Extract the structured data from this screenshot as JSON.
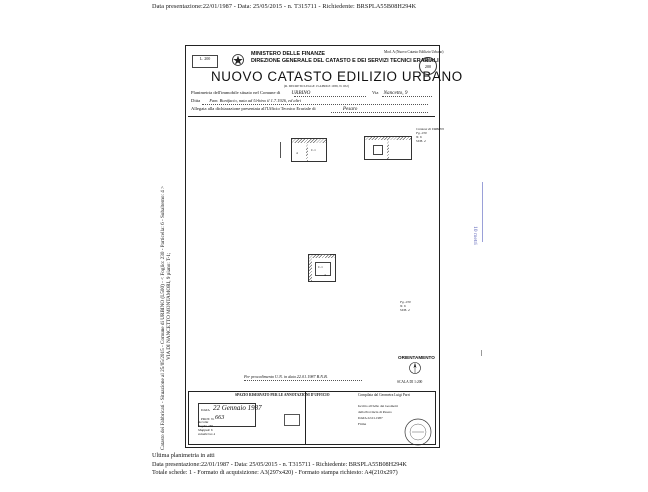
{
  "header_line": "Data presentazione:22/01/1987 - Data: 25/05/2015 - n. T315711 - Richiedente: BRSPLA55B08H294K",
  "footer_line1": "Data presentazione:22/01/1987 - Data: 25/05/2015 - n. T315711 - Richiedente: BRSPLA55B08H294K",
  "footer_line2": "Totale schede: 1 - Formato di acquisizione: A3(297x420) - Formato stampa richiesto: A4(210x297)",
  "ultima_planimetria": "Ultima planimetria in atti",
  "side_text_1": "Catasto dei Fabbricati - Situazione al 25/05/2015 - Comune di URBINO (L500) - < Foglio: 230 - Particella: 6 - Subalterno: 4 >",
  "side_text_2": "VIA DI NANCETTO MONTAMORI, 9 piano: T-1;",
  "scale_label": "10 metri",
  "sheet": {
    "stamp_small": "L. 200",
    "ministero": "MINISTERO DELLE FINANZE",
    "direzione": "DIREZIONE GENERALE DEL CATASTO E DEI SERVIZI TECNICI ERARIALI",
    "title": "NUOVO CATASTO EDILIZIO URBANO",
    "model_note": "Mod. A (Nuovo Catasto Edilizio Urbano)",
    "lire": "LIRE 200",
    "decree": "(R. DECRETO LEGGE 13 APRILE 1939, N. 652)",
    "row1_label": "Planimetria dell'immobile situato nel Comune di",
    "row1_value": "URBINO",
    "row1_via_label": "Via",
    "row1_via_value": "Nancetto, 9",
    "row2_label": "Ditta",
    "row2_value": "Fam. Bonifacio, nata ad Urbino il 1.7.1926, ed altri",
    "row3_label": "Allegata alla dichiarazione presentata all'Ufficio Tecnico Erariale di",
    "row3_value": "Pesaro",
    "plan_top_label": "Sub 4",
    "plan_left_labels": [
      "C.1",
      "4"
    ],
    "plan_right_labels": [
      "Comune di URBINO",
      "Fg. 230",
      "N. 6",
      "SUB. 4"
    ],
    "plan_bottom_labels": [
      "C.1",
      "4"
    ],
    "plan_bottom_right": [
      "Fg. 230",
      "N. 6",
      "SUB. 4"
    ],
    "floor_note": "Per procedimento U.N. in data 22.01.1987 B.N.B.",
    "orientamento": "ORIENTAMENTO",
    "scala": "SCALA DI 1:200",
    "spazio": "SPAZIO RISERVATO PER LE ANNOTAZIONI D'UFFICIO",
    "data_label": "DATA",
    "data_value": "22 Gennaio 1987",
    "prot_label": "PROT. N.",
    "prot_value": "663",
    "left_notes": [
      "Accolta",
      "Foglio 230",
      "Mappale 6",
      "subalterno 4"
    ],
    "compilata": "Compilata dal Geometra Luigi Parri",
    "compilata_lines": [
      "Iscritto all'Albo dei Geometri",
      "della Provincia di Pesaro",
      "DATA 22.01.1987",
      "Firma"
    ]
  }
}
